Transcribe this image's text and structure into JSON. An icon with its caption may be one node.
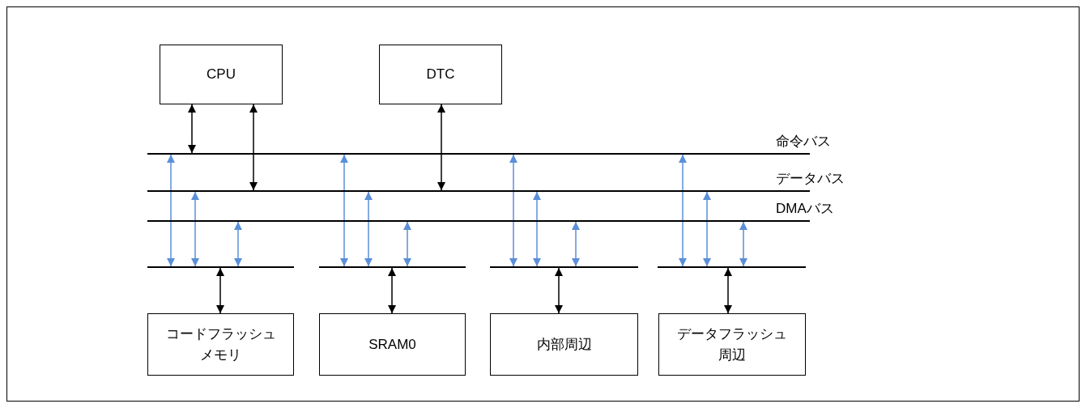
{
  "diagram": {
    "nodes": [
      {
        "text": [
          "CPU"
        ]
      },
      {
        "text": [
          "DTC"
        ]
      },
      {
        "text": [],
        "shape": "bar",
        "beside": [
          "命令バス"
        ]
      },
      {
        "text": [],
        "shape": "bar",
        "beside": [
          "データバス"
        ]
      },
      {
        "text": [],
        "shape": "bar",
        "beside": [
          "DMAバス"
        ]
      },
      {
        "text": [],
        "shape": "bar"
      },
      {
        "text": [],
        "shape": "bar"
      },
      {
        "text": [],
        "shape": "bar"
      },
      {
        "text": [],
        "shape": "bar"
      },
      {
        "text": [
          "コードフラッシュメモリ"
        ]
      },
      {
        "text": [
          "SRAM0"
        ]
      },
      {
        "text": [
          "内部周辺"
        ]
      },
      {
        "text": [
          "データフラッシュ周辺"
        ]
      }
    ],
    "edges": [
      {
        "from": 0,
        "to": 2,
        "arrow": "both",
        "color": "#000000"
      },
      {
        "from": 0,
        "to": 3,
        "arrow": "both",
        "color": "#000000"
      },
      {
        "from": 1,
        "to": 3,
        "arrow": "both",
        "color": "#000000"
      },
      {
        "from": 5,
        "to": 2,
        "arrow": "both"
      },
      {
        "from": 5,
        "to": 3,
        "arrow": "both"
      },
      {
        "from": 5,
        "to": 4,
        "arrow": "both"
      },
      {
        "from": 6,
        "to": 2,
        "arrow": "both"
      },
      {
        "from": 6,
        "to": 3,
        "arrow": "both"
      },
      {
        "from": 6,
        "to": 4,
        "arrow": "both"
      },
      {
        "from": 7,
        "to": 2,
        "arrow": "both"
      },
      {
        "from": 7,
        "to": 3,
        "arrow": "both"
      },
      {
        "from": 7,
        "to": 4,
        "arrow": "both"
      },
      {
        "from": 8,
        "to": 2,
        "arrow": "both"
      },
      {
        "from": 8,
        "to": 3,
        "arrow": "both"
      },
      {
        "from": 8,
        "to": 4,
        "arrow": "both"
      },
      {
        "from": 5,
        "to": 9,
        "arrow": "both",
        "color": "#000000"
      },
      {
        "from": 6,
        "to": 10,
        "arrow": "both",
        "color": "#000000"
      },
      {
        "from": 7,
        "to": 11,
        "arrow": "both",
        "color": "#000000"
      },
      {
        "from": 8,
        "to": 12,
        "arrow": "both",
        "color": "#000000"
      }
    ]
  }
}
